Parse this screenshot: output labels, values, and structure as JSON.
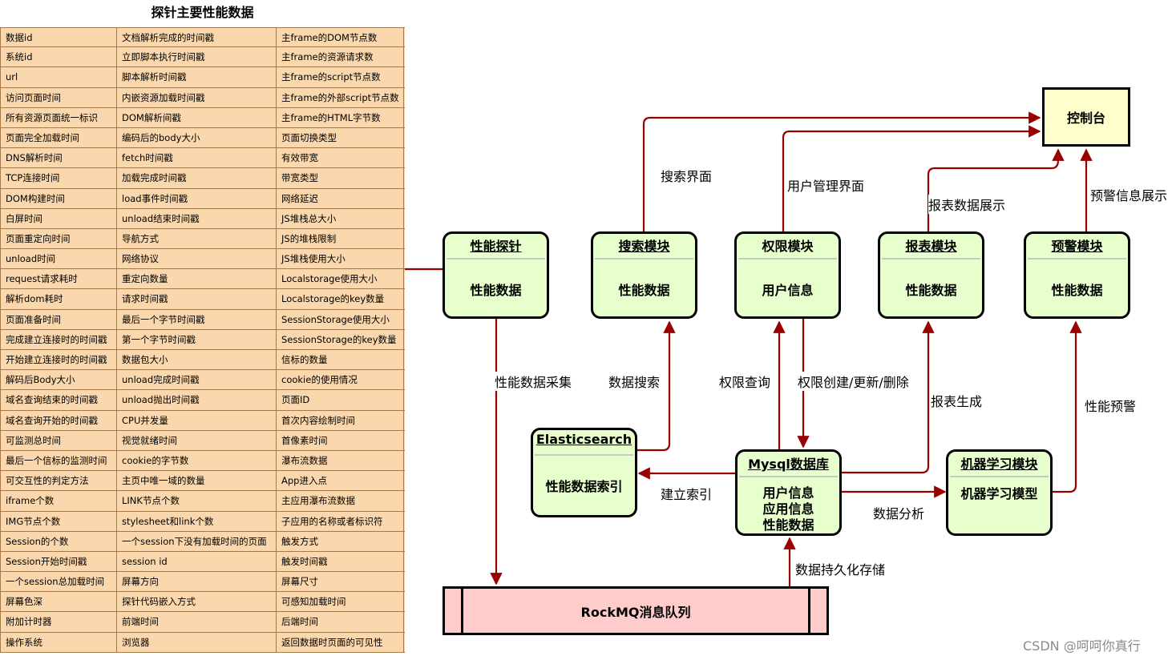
{
  "table": {
    "title": "探针主要性能数据",
    "rows": [
      [
        "数据id",
        "文档解析完成的时间戳",
        "主frame的DOM节点数"
      ],
      [
        "系统id",
        "立即脚本执行时间戳",
        "主frame的资源请求数"
      ],
      [
        "url",
        "脚本解析时间戳",
        "主frame的script节点数"
      ],
      [
        "访问页面时间",
        "内嵌资源加载时间戳",
        "主frame的外部script节点数"
      ],
      [
        "所有资源页面统一标识",
        "DOM解析间戳",
        "主frame的HTML字节数"
      ],
      [
        "页面完全加载时间",
        "编码后的body大小",
        "页面切换类型"
      ],
      [
        "DNS解析时间",
        "fetch时间戳",
        "有效带宽"
      ],
      [
        "TCP连接时间",
        "加载完成时间戳",
        "带宽类型"
      ],
      [
        "DOM构建时间",
        "load事件时间戳",
        "网络延迟"
      ],
      [
        "白屏时间",
        "unload结束时间戳",
        "JS堆栈总大小"
      ],
      [
        "页面重定向时间",
        "导航方式",
        "JS的堆栈限制"
      ],
      [
        "unload时间",
        "网络协议",
        "JS堆栈使用大小"
      ],
      [
        "request请求耗时",
        "重定向数量",
        "Localstorage使用大小"
      ],
      [
        "解析dom耗时",
        "请求时间戳",
        "Localstorage的key数量"
      ],
      [
        "页面准备时间",
        "最后一个字节时间戳",
        "SessionStorage使用大小"
      ],
      [
        "完成建立连接时的时间戳",
        "第一个字节时间戳",
        "SessionStorage的key数量"
      ],
      [
        "开始建立连接时的时间戳",
        "数据包大小",
        "信标的数量"
      ],
      [
        "解码后Body大小",
        "unload完成时间戳",
        "cookie的使用情况"
      ],
      [
        "域名查询结束的时间戳",
        "unload抛出时间戳",
        "页面ID"
      ],
      [
        "域名查询开始的时间戳",
        "CPU并发量",
        "首次内容绘制时间"
      ],
      [
        "可监测总时间",
        "视觉就绪时间",
        "首像素时间"
      ],
      [
        "最后一个信标的监测时间",
        "cookie的字节数",
        "瀑布流数据"
      ],
      [
        "可交互性的判定方法",
        "主页中唯一域的数量",
        "App进入点"
      ],
      [
        "iframe个数",
        "LINK节点个数",
        "主应用瀑布流数据"
      ],
      [
        "IMG节点个数",
        "stylesheet和link个数",
        "子应用的名称或者标识符"
      ],
      [
        "Session的个数",
        "一个session下没有加载时间的页面",
        "触发方式"
      ],
      [
        "Session开始时间戳",
        "session id",
        "触发时间戳"
      ],
      [
        "一个session总加载时间",
        "屏幕方向",
        "屏幕尺寸"
      ],
      [
        "屏幕色深",
        "探针代码嵌入方式",
        "可感知加载时间"
      ],
      [
        "附加计时器",
        "前端时间",
        "后端时间"
      ],
      [
        "操作系统",
        "浏览器",
        "返回数据时页面的可见性"
      ]
    ]
  },
  "diagram": {
    "console": "控制台",
    "mq": "RockMQ消息队列",
    "nodes": {
      "probe": {
        "title": "性能探针",
        "body": "性能数据"
      },
      "search": {
        "title": "搜索模块",
        "body": "性能数据"
      },
      "auth": {
        "title": "权限模块",
        "body": "用户信息"
      },
      "report": {
        "title": "报表模块",
        "body": "性能数据"
      },
      "alert": {
        "title": "预警模块",
        "body": "性能数据"
      },
      "es": {
        "title": "Elasticsearch",
        "body": "性能数据索引"
      },
      "mysql": {
        "title": "Mysql数据库",
        "body1": "用户信息",
        "body2": "应用信息",
        "body3": "性能数据"
      },
      "ml": {
        "title": "机器学习模块",
        "body": "机器学习模型"
      }
    },
    "edge_labels": {
      "search_ui": "搜索界面",
      "user_mgmt_ui": "用户管理界面",
      "report_display": "报表数据展示",
      "alert_display": "预警信息展示",
      "collect": "性能数据采集",
      "data_search": "数据搜索",
      "perm_query": "权限查询",
      "perm_crud": "权限创建/更新/删除",
      "report_gen": "报表生成",
      "perf_alert": "性能预警",
      "build_index": "建立索引",
      "data_analysis": "数据分析",
      "persist": "数据持久化存储"
    },
    "edge_color": "#990000"
  },
  "watermark": "CSDN @呵呵你真行"
}
